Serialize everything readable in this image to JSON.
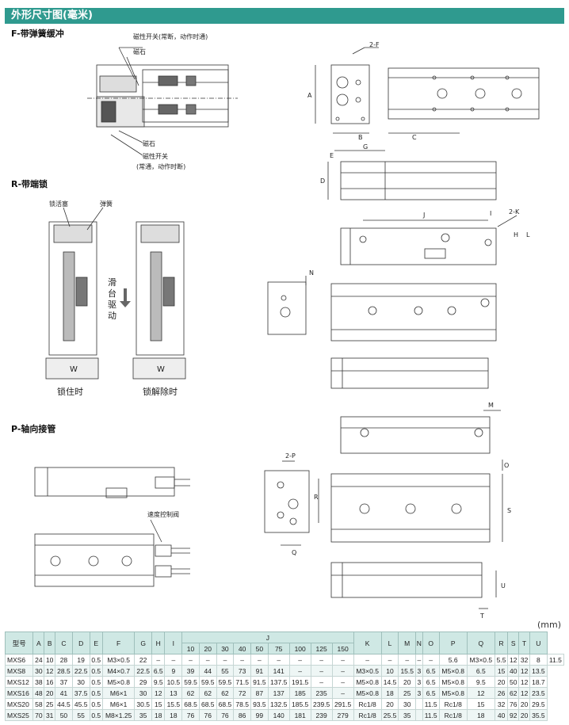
{
  "header": {
    "title": "外形尺寸图(毫米)"
  },
  "sections": {
    "f": "F-带弹簧缓冲",
    "r": "R-带端锁",
    "p": "P-轴向接管"
  },
  "labels": {
    "magswitch_top": "磁性开关(常断，动作时通)",
    "magnet_top": "磁石",
    "magnet_bottom": "磁石",
    "magswitch_bottom": "磁性开关",
    "magswitch_bottom_note": "(常通，动作时断)",
    "lock_piston": "锁活塞",
    "spring": "弹簧",
    "slide": "滑",
    "table_char": "台",
    "drive": "驱",
    "motion": "动",
    "w1": "W",
    "w2": "W",
    "locked": "锁住时",
    "unlocked": "锁解除时",
    "speed_valve": "速度控制阀",
    "two_f": "2-F",
    "two_k": "2-K",
    "two_p": "2-P"
  },
  "dims": {
    "A": "A",
    "B": "B",
    "C": "C",
    "D": "D",
    "E": "E",
    "G": "G",
    "H": "H",
    "I": "I",
    "J": "J",
    "L": "L",
    "M": "M",
    "N": "N",
    "O": "O",
    "R": "R",
    "Q": "Q",
    "S": "S",
    "U": "U",
    "T": "T"
  },
  "unit": "(mm)",
  "table": {
    "head_model": "型号",
    "head_j": "J",
    "cols_left": [
      "A",
      "B",
      "C",
      "D",
      "E",
      "F",
      "G",
      "H",
      "I"
    ],
    "j_sub": [
      "10",
      "20",
      "30",
      "40",
      "50",
      "75",
      "100",
      "125",
      "150"
    ],
    "cols_right": [
      "K",
      "L",
      "M",
      "N",
      "O",
      "P",
      "Q",
      "R",
      "S",
      "T",
      "U"
    ],
    "rows": [
      [
        "MXS6",
        "24",
        "10",
        "28",
        "19",
        "0.5",
        "M3×0.5",
        "22",
        "–",
        "–",
        "–",
        "–",
        "–",
        "–",
        "–",
        "–",
        "–",
        "–",
        "–",
        "–",
        "–",
        "–",
        "–",
        "–",
        "5.6",
        "M3×0.5",
        "5.5",
        "12",
        "32",
        "8",
        "11.5"
      ],
      [
        "MXS8",
        "30",
        "12",
        "28.5",
        "22.5",
        "0.5",
        "M4×0.7",
        "22.5",
        "6.5",
        "9",
        "39",
        "44",
        "55",
        "73",
        "91",
        "141",
        "–",
        "–",
        "–",
        "M3×0.5",
        "10",
        "15.5",
        "3",
        "6.5",
        "M5×0.8",
        "6.5",
        "15",
        "40",
        "12",
        "13.5"
      ],
      [
        "MXS12",
        "38",
        "16",
        "37",
        "30",
        "0.5",
        "M5×0.8",
        "29",
        "9.5",
        "10.5",
        "59.5",
        "59.5",
        "59.5",
        "71.5",
        "91.5",
        "137.5",
        "191.5",
        "–",
        "–",
        "M5×0.8",
        "14.5",
        "20",
        "3",
        "6.5",
        "M5×0.8",
        "9.5",
        "20",
        "50",
        "12",
        "18.7"
      ],
      [
        "MXS16",
        "48",
        "20",
        "41",
        "37.5",
        "0.5",
        "M6×1",
        "30",
        "12",
        "13",
        "62",
        "62",
        "62",
        "72",
        "87",
        "137",
        "185",
        "235",
        "–",
        "M5×0.8",
        "18",
        "25",
        "3",
        "6.5",
        "M5×0.8",
        "12",
        "26",
        "62",
        "12",
        "23.5"
      ],
      [
        "MXS20",
        "58",
        "25",
        "44.5",
        "45.5",
        "0.5",
        "M6×1",
        "30.5",
        "15",
        "15.5",
        "68.5",
        "68.5",
        "68.5",
        "78.5",
        "93.5",
        "132.5",
        "185.5",
        "239.5",
        "291.5",
        "Rc1/8",
        "20",
        "30",
        "",
        "11.5",
        "Rc1/8",
        "15",
        "32",
        "76",
        "20",
        "29.5"
      ],
      [
        "MXS25",
        "70",
        "31",
        "50",
        "55",
        "0.5",
        "M8×1.25",
        "35",
        "18",
        "18",
        "76",
        "76",
        "76",
        "86",
        "99",
        "140",
        "181",
        "239",
        "279",
        "Rc1/8",
        "25.5",
        "35",
        "",
        "11.5",
        "Rc1/8",
        "18",
        "40",
        "92",
        "20",
        "35.5"
      ]
    ]
  }
}
